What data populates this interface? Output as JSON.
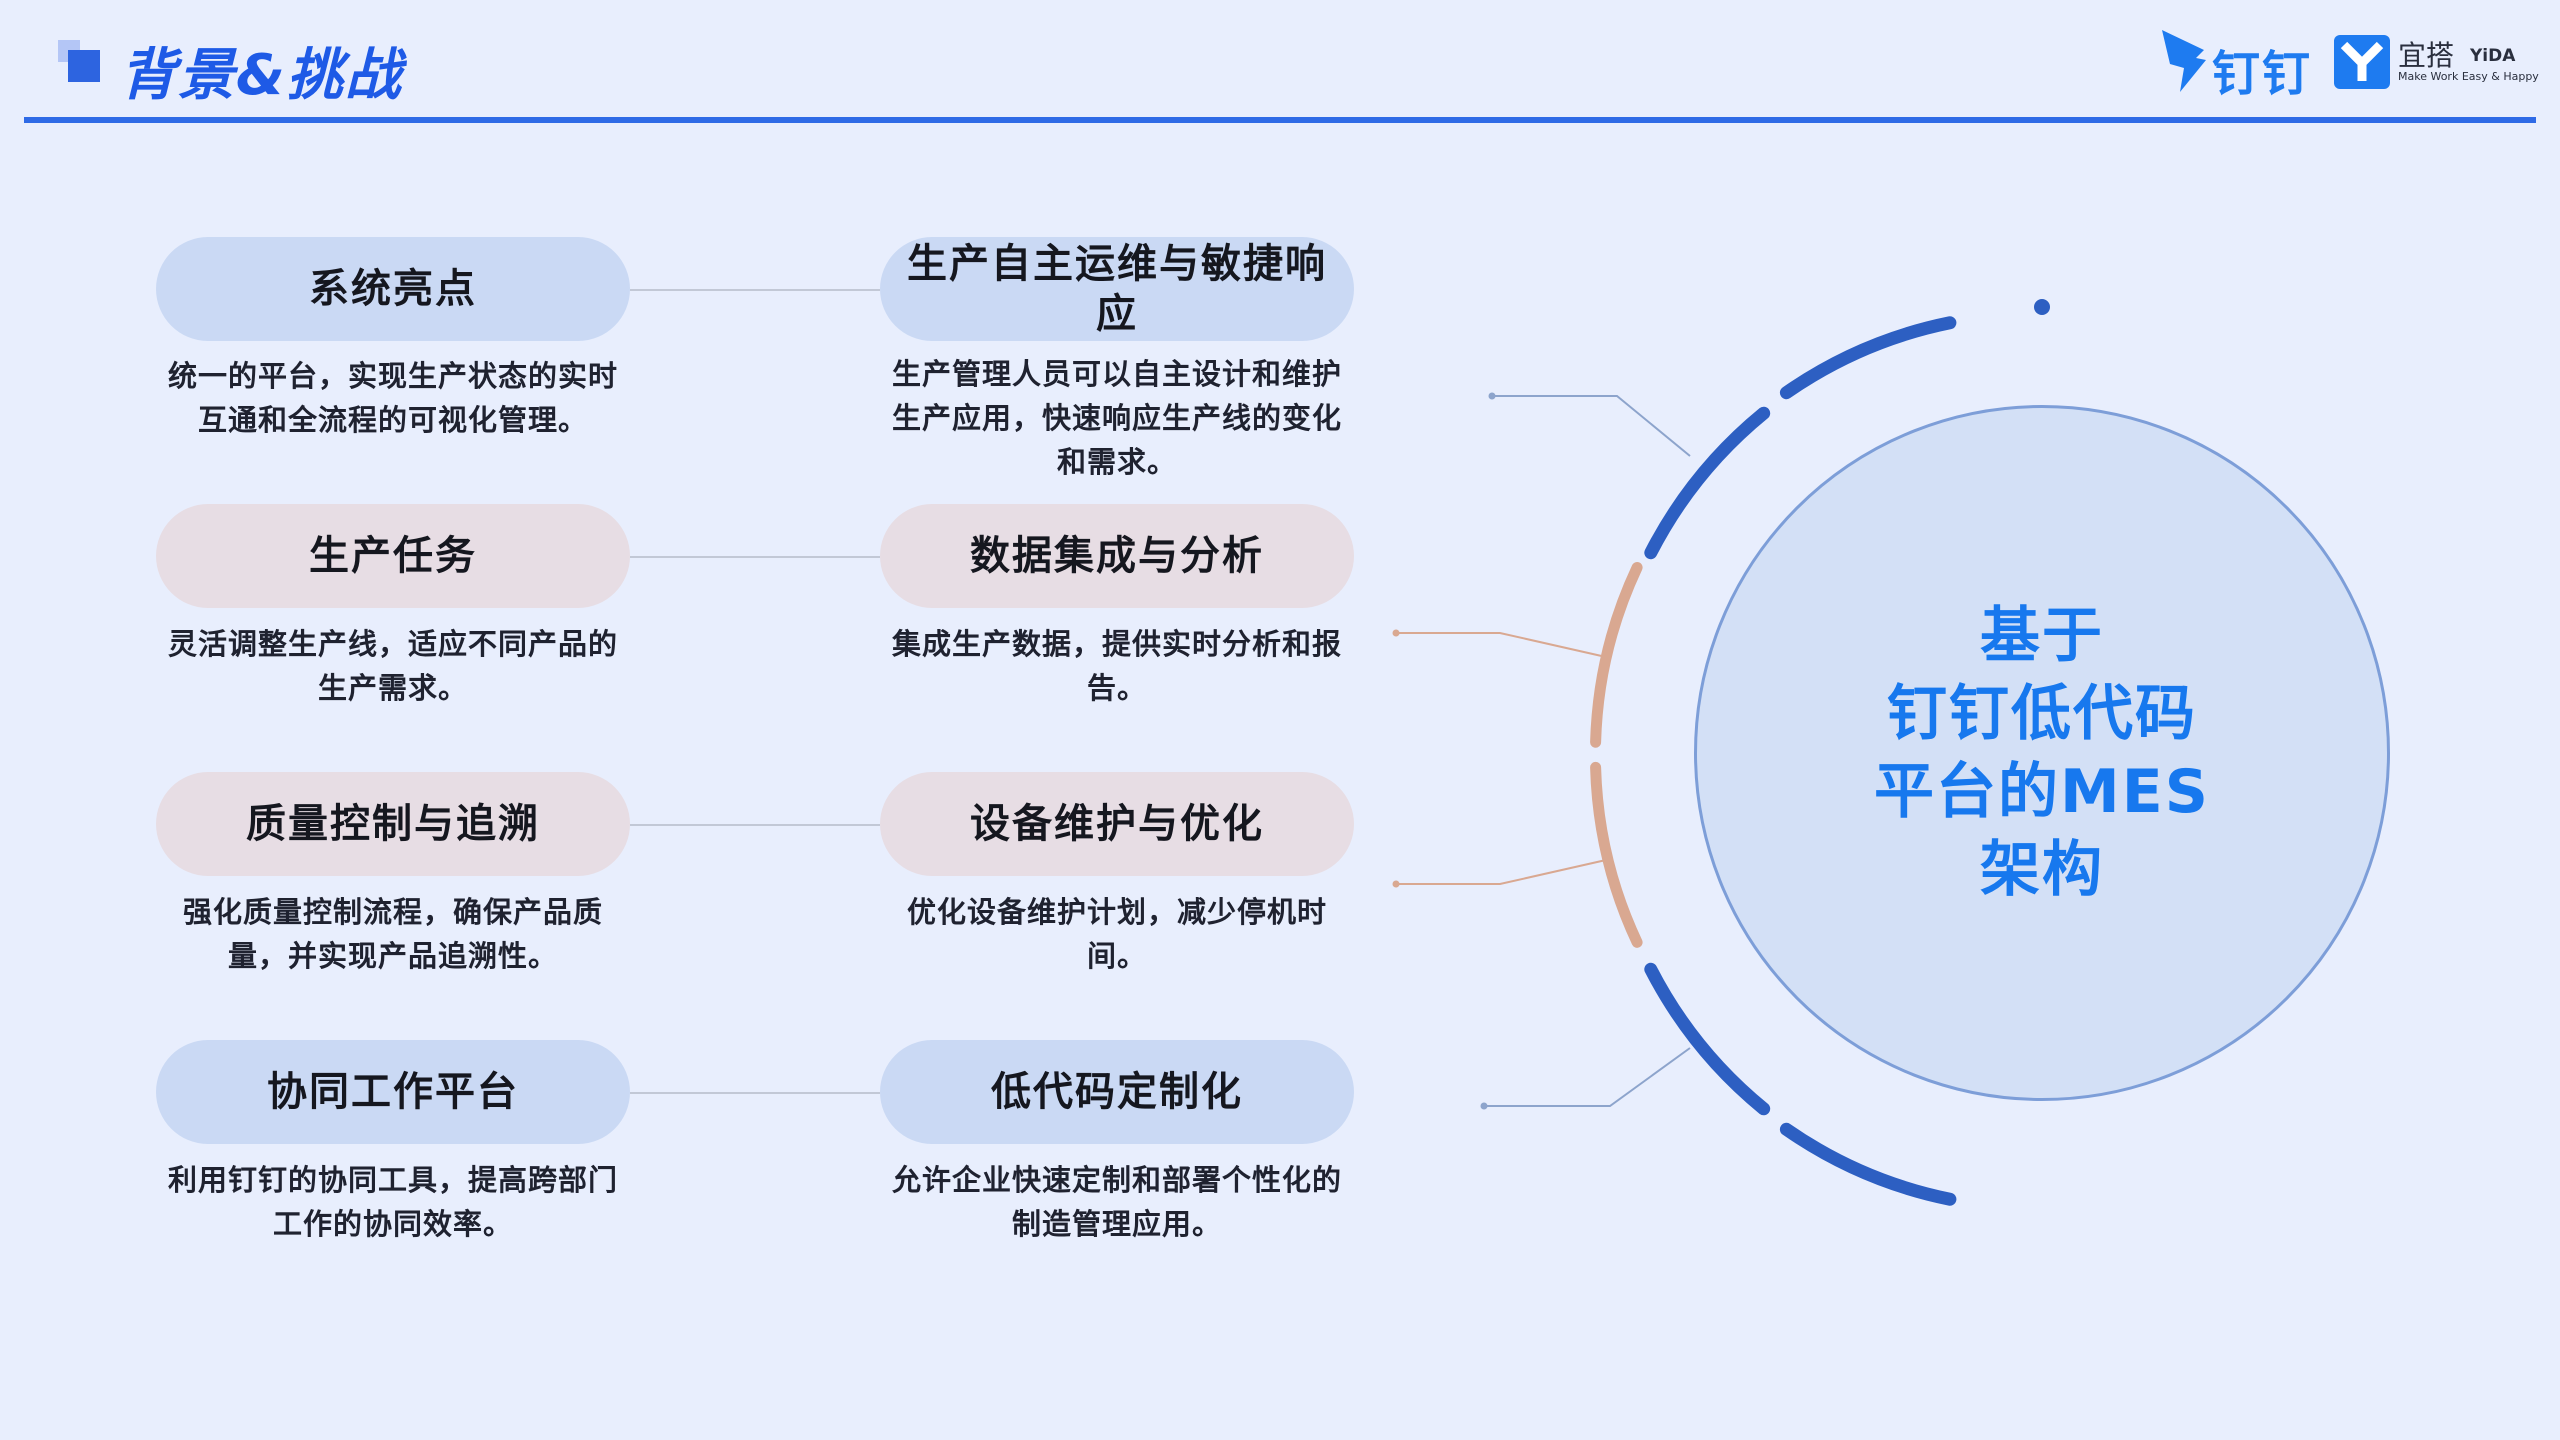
{
  "header": {
    "title": "背景&挑战",
    "brand": {
      "dingtalk": "钉钉",
      "yida_cn": "宜搭",
      "yida_en": "YiDA",
      "yida_slogan": "Make Work Easy & Happy"
    },
    "colors": {
      "accent": "#2e6ae6",
      "dingtalk_blue": "#1e7bf0",
      "background": "#e8eefd"
    }
  },
  "cards": [
    {
      "title": "系统亮点",
      "desc": "统一的平台，实现生产状态的实时互通和全流程的可视化管理。"
    },
    {
      "title": "生产自主运维与敏捷响应",
      "desc": "生产管理人员可以自主设计和维护生产应用，快速响应生产线的变化和需求。"
    },
    {
      "title": "生产任务",
      "desc": "灵活调整生产线，适应不同产品的生产需求。"
    },
    {
      "title": "数据集成与分析",
      "desc": "集成生产数据，提供实时分析和报告。"
    },
    {
      "title": "质量控制与追溯",
      "desc": "强化质量控制流程，确保产品质量，并实现产品追溯性。"
    },
    {
      "title": "设备维护与优化",
      "desc": "优化设备维护计划，减少停机时间。"
    },
    {
      "title": "协同工作平台",
      "desc": "利用钉钉的协同工具，提高跨部门工作的协同效率。"
    },
    {
      "title": "低代码定制化",
      "desc": "允许企业快速定制和部署个性化的制造管理应用。"
    }
  ],
  "center": {
    "lines": [
      "基于",
      "钉钉低代码",
      "平台的MES",
      "架构"
    ],
    "colors": {
      "text": "#1778ee",
      "fill": "#d3e0f6",
      "arc_blue": "#2d5fc2",
      "arc_peach": "#d9a891"
    }
  }
}
